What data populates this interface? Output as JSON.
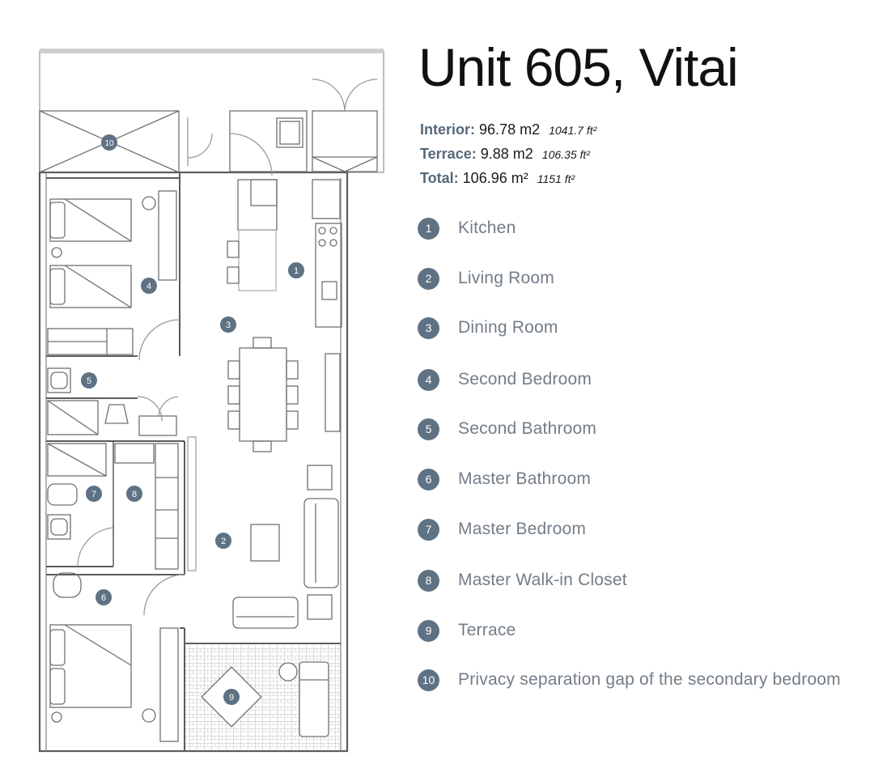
{
  "title": "Unit 605, Vitai",
  "areas": {
    "interior": {
      "label": "Interior:",
      "value": "96.78 m2",
      "imperial": "1041.7 ft²"
    },
    "terrace": {
      "label": "Terrace:",
      "value": "9.88 m2",
      "imperial": "106.35 ft²"
    },
    "total": {
      "label": "Total:",
      "value": "106.96 m²",
      "imperial": "1151 ft²"
    }
  },
  "legend": [
    {
      "num": "1",
      "name": "Kitchen"
    },
    {
      "num": "2",
      "name": "Living Room"
    },
    {
      "num": "3",
      "name": "Dining Room"
    },
    {
      "num": "4",
      "name": "Second Bedroom"
    },
    {
      "num": "5",
      "name": "Second Bathroom"
    },
    {
      "num": "6",
      "name": "Master Bathroom"
    },
    {
      "num": "7",
      "name": "Master Bedroom"
    },
    {
      "num": "8",
      "name": "Master Walk-in Closet"
    },
    {
      "num": "9",
      "name": "Terrace"
    },
    {
      "num": "10",
      "name": "Privacy separation gap of the secondary bedroom"
    }
  ],
  "markers": [
    "1",
    "2",
    "3",
    "4",
    "5",
    "6",
    "7",
    "8",
    "9",
    "10"
  ],
  "colors": {
    "badge": "#5e7284",
    "wall": "#6b6b6b",
    "legend_text": "#737d88",
    "label_blue": "#56687a"
  }
}
